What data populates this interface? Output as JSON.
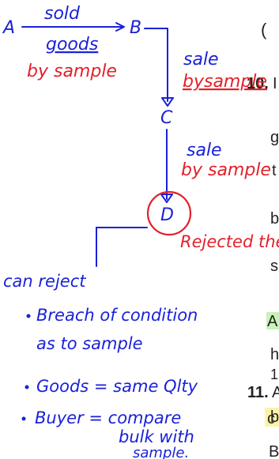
{
  "diagram": {
    "nodes": {
      "a": "A",
      "b": "B",
      "c": "C",
      "d": "D"
    },
    "labels": {
      "sold": "sold",
      "goods": "goods",
      "ab_by_sample": "by sample",
      "bc_sale": "sale",
      "bc_by_sample": "bysample",
      "cd_sale": "sale",
      "cd_by_sample": "by sample",
      "rejected": "Rejected the"
    },
    "notes": {
      "heading": "can reject",
      "bullet1_line1": "Breach of condition",
      "bullet1_line2": "as to sample",
      "bullet2": "Goods = same Qlty",
      "bullet3_line1": "Buyer = compare",
      "bullet3_line2": "bulk with",
      "bullet3_line3": "sample."
    }
  },
  "printed": {
    "open_paren": "(",
    "item10_number": "10.",
    "item11_number": "11.",
    "frag_l1": "I",
    "frag_g1": "g",
    "frag_t": "t",
    "frag_b1": "b",
    "frag_s": "s",
    "frag_A1": "A",
    "frag_h": "h",
    "frag_1": "1",
    "frag_A2": "A",
    "frag_b2": "b",
    "frag_c": "c",
    "frag_B": "B"
  },
  "colors": {
    "handwriting_blue": "#1a22d8",
    "handwriting_red": "#e3202a",
    "highlight_green": "#c9f2b8",
    "highlight_yellow": "#fbf3a8"
  }
}
